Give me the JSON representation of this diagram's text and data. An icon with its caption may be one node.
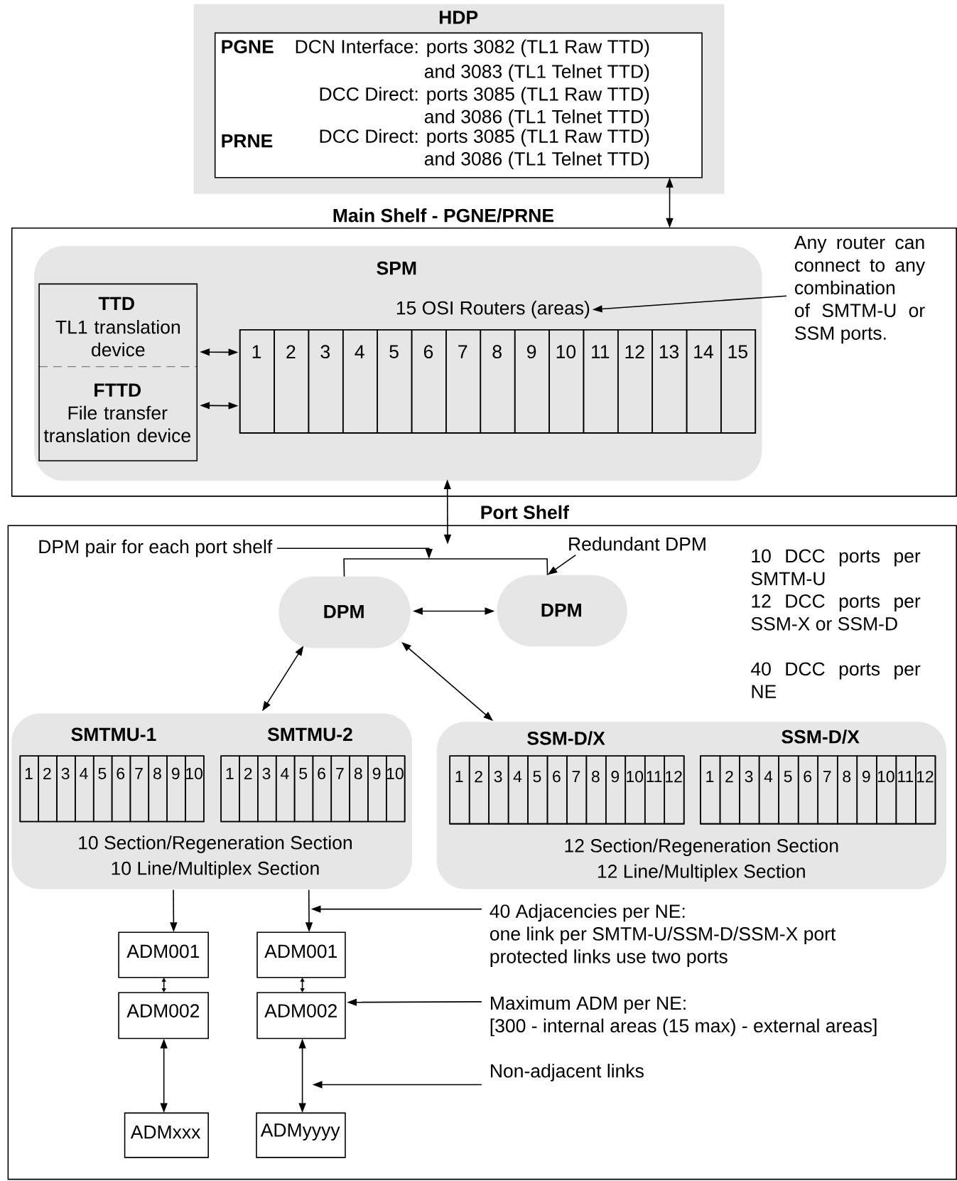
{
  "diagram": {
    "nodes": [
      {
        "text": [
          "HDP"
        ]
      },
      {
        "text": [
          "PGNE",
          "DCN Interface: ports 3082 (TL1 Raw TTD)",
          "and 3083 (TL1 Telnet TTD)",
          "DCC Direct: ports 3085 (TL1 Raw TTD)",
          "and 3086 (TL1 Telnet TTD)",
          "PRNE",
          "DCC Direct: ports 3085 (TL1 Raw TTD)",
          "and 3086 (TL1 Telnet TTD)"
        ],
        "in": 0
      },
      {
        "text": [
          "Main Shelf - PGNE/PRNE"
        ]
      },
      {
        "text": [
          "SPM"
        ],
        "in": 2
      },
      {
        "text": [
          "TTD",
          "TL1 translation device"
        ],
        "in": 3
      },
      {
        "text": [
          "FTTD",
          "File transfer translation device"
        ],
        "in": 3
      },
      {
        "text": [
          "15 OSI Routers (areas)"
        ],
        "in": 3
      },
      {
        "text": [],
        "shape": "box",
        "in": 3
      },
      {
        "text": [
          "1"
        ],
        "in": 7
      },
      {
        "text": [
          "2"
        ],
        "in": 7
      },
      {
        "text": [
          "3"
        ],
        "in": 7
      },
      {
        "text": [
          "4"
        ],
        "in": 7
      },
      {
        "text": [
          "5"
        ],
        "in": 7
      },
      {
        "text": [
          "6"
        ],
        "in": 7
      },
      {
        "text": [
          "7"
        ],
        "in": 7
      },
      {
        "text": [
          "8"
        ],
        "in": 7
      },
      {
        "text": [
          "9"
        ],
        "in": 7
      },
      {
        "text": [
          "10"
        ],
        "in": 7
      },
      {
        "text": [
          "11"
        ],
        "in": 7
      },
      {
        "text": [
          "12"
        ],
        "in": 7
      },
      {
        "text": [
          "13"
        ],
        "in": 7
      },
      {
        "text": [
          "14"
        ],
        "in": 7
      },
      {
        "text": [
          "15"
        ],
        "in": 7
      },
      {
        "text": [
          "Any router can connect to any combination of SMTM-U or SSM ports."
        ],
        "in": 2
      },
      {
        "text": [
          "Port Shelf"
        ]
      },
      {
        "text": [
          "DPM pair for each port shelf"
        ],
        "in": 24
      },
      {
        "text": [
          "Redundant DPM"
        ],
        "in": 24
      },
      {
        "text": [
          "DPM"
        ],
        "in": 24
      },
      {
        "text": [
          "DPM"
        ],
        "in": 24
      },
      {
        "text": [
          "10 Section/Regeneration Section",
          "10 Line/Multiplex Section"
        ],
        "in": 24
      },
      {
        "text": [
          "SMTMU-1"
        ],
        "in": 29
      },
      {
        "text": [
          "1"
        ],
        "in": 30
      },
      {
        "text": [
          "2"
        ],
        "in": 30
      },
      {
        "text": [
          "3"
        ],
        "in": 30
      },
      {
        "text": [
          "4"
        ],
        "in": 30
      },
      {
        "text": [
          "5"
        ],
        "in": 30
      },
      {
        "text": [
          "6"
        ],
        "in": 30
      },
      {
        "text": [
          "7"
        ],
        "in": 30
      },
      {
        "text": [
          "8"
        ],
        "in": 30
      },
      {
        "text": [
          "9"
        ],
        "in": 30
      },
      {
        "text": [
          "10"
        ],
        "in": 30
      },
      {
        "text": [
          "SMTMU-2"
        ],
        "in": 29
      },
      {
        "text": [
          "1"
        ],
        "in": 41
      },
      {
        "text": [
          "2"
        ],
        "in": 41
      },
      {
        "text": [
          "3"
        ],
        "in": 41
      },
      {
        "text": [
          "4"
        ],
        "in": 41
      },
      {
        "text": [
          "5"
        ],
        "in": 41
      },
      {
        "text": [
          "6"
        ],
        "in": 41
      },
      {
        "text": [
          "7"
        ],
        "in": 41
      },
      {
        "text": [
          "8"
        ],
        "in": 41
      },
      {
        "text": [
          "9"
        ],
        "in": 41
      },
      {
        "text": [
          "10"
        ],
        "in": 41
      },
      {
        "text": [
          "12 Section/Regeneration Section",
          "12 Line/Multiplex Section"
        ],
        "in": 24
      },
      {
        "text": [
          "SSM-D/X"
        ],
        "in": 52
      },
      {
        "text": [
          "1"
        ],
        "in": 53
      },
      {
        "text": [
          "2"
        ],
        "in": 53
      },
      {
        "text": [
          "3"
        ],
        "in": 53
      },
      {
        "text": [
          "4"
        ],
        "in": 53
      },
      {
        "text": [
          "5"
        ],
        "in": 53
      },
      {
        "text": [
          "6"
        ],
        "in": 53
      },
      {
        "text": [
          "7"
        ],
        "in": 53
      },
      {
        "text": [
          "8"
        ],
        "in": 53
      },
      {
        "text": [
          "9"
        ],
        "in": 53
      },
      {
        "text": [
          "10"
        ],
        "in": 53
      },
      {
        "text": [
          "11"
        ],
        "in": 53
      },
      {
        "text": [
          "12"
        ],
        "in": 53
      },
      {
        "text": [
          "SSM-D/X"
        ],
        "in": 52
      },
      {
        "text": [
          "1"
        ],
        "in": 66
      },
      {
        "text": [
          "2"
        ],
        "in": 66
      },
      {
        "text": [
          "3"
        ],
        "in": 66
      },
      {
        "text": [
          "4"
        ],
        "in": 66
      },
      {
        "text": [
          "5"
        ],
        "in": 66
      },
      {
        "text": [
          "6"
        ],
        "in": 66
      },
      {
        "text": [
          "7"
        ],
        "in": 66
      },
      {
        "text": [
          "8"
        ],
        "in": 66
      },
      {
        "text": [
          "9"
        ],
        "in": 66
      },
      {
        "text": [
          "10"
        ],
        "in": 66
      },
      {
        "text": [
          "11"
        ],
        "in": 66
      },
      {
        "text": [
          "12"
        ],
        "in": 66
      },
      {
        "text": [
          "ADM001"
        ],
        "in": 24
      },
      {
        "text": [
          "ADM002"
        ],
        "in": 24
      },
      {
        "text": [
          "ADMxxx"
        ],
        "in": 24
      },
      {
        "text": [
          "ADM001"
        ],
        "in": 24
      },
      {
        "text": [
          "ADM002"
        ],
        "in": 24
      },
      {
        "text": [
          "ADMyyyy"
        ],
        "in": 24
      },
      {
        "text": [
          "40 Adjacencies per NE:",
          "one link per SMTM-U/SSM-D/SSM-X port",
          "protected links use two ports"
        ],
        "in": 24
      },
      {
        "text": [
          "Maximum ADM per NE:",
          "[300 - internal areas (15 max) - external areas]"
        ],
        "in": 24
      },
      {
        "text": [
          "Non-adjacent links"
        ],
        "in": 24
      }
    ],
    "edges": [
      {
        "from": 1,
        "to": 2,
        "arrow": "both"
      },
      {
        "from": 4,
        "to": 7,
        "arrow": "both"
      },
      {
        "from": 5,
        "to": 7,
        "arrow": "both"
      },
      {
        "from": 23,
        "to": 6,
        "arrow": "to"
      },
      {
        "from": 3,
        "to": 24,
        "arrow": "both"
      },
      {
        "from": 25,
        "to": null,
        "arrow": "to"
      },
      {
        "from": 26,
        "to": 28,
        "arrow": "to"
      },
      {
        "from": 27,
        "to": 28,
        "arrow": "none"
      },
      {
        "from": 27,
        "to": 28,
        "arrow": "both"
      },
      {
        "from": 27,
        "to": 29,
        "arrow": "both"
      },
      {
        "from": 27,
        "to": 52,
        "arrow": "both"
      },
      {
        "from": 29,
        "to": 79,
        "arrow": "to"
      },
      {
        "from": 29,
        "to": 82,
        "arrow": "to"
      },
      {
        "from": 79,
        "to": 80,
        "arrow": "both"
      },
      {
        "from": 80,
        "to": 81,
        "arrow": "both"
      },
      {
        "from": 82,
        "to": 83,
        "arrow": "both"
      },
      {
        "from": 83,
        "to": 84,
        "arrow": "both"
      },
      {
        "from": 85,
        "to": null,
        "arrow": "to"
      },
      {
        "from": 86,
        "to": 83,
        "arrow": "to"
      },
      {
        "from": 87,
        "to": null,
        "arrow": "to"
      }
    ],
    "labels": [
      "10 DCC ports per SMTM-U",
      "12 DCC ports per SSM-X or SSM-D",
      "40 DCC ports per NE"
    ]
  }
}
